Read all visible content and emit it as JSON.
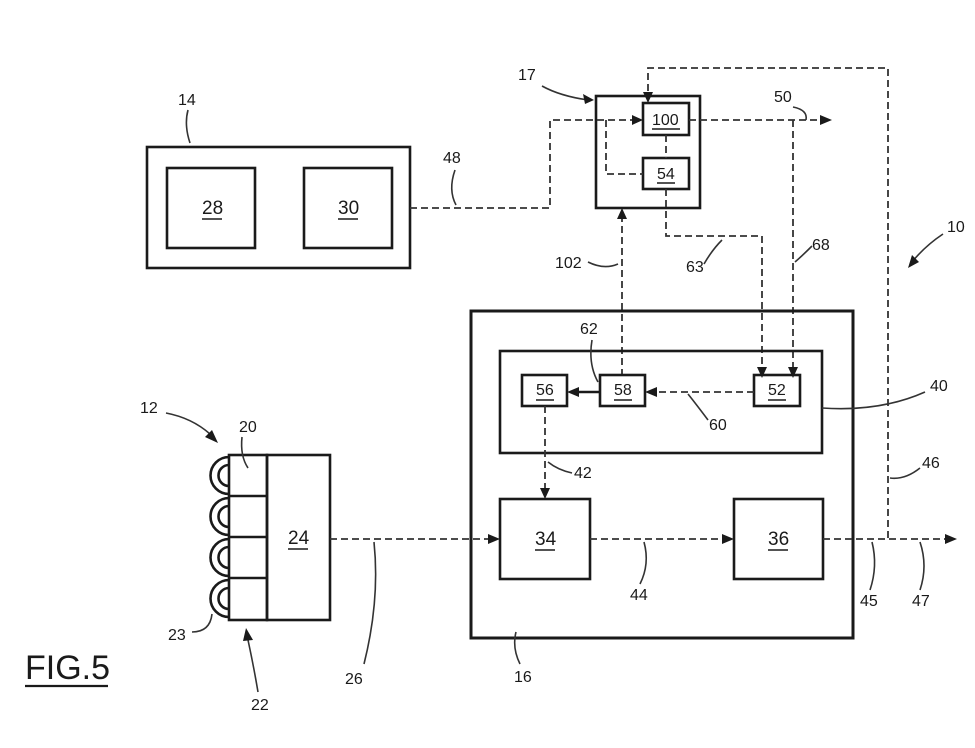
{
  "figure": {
    "title": "FIG.5"
  },
  "blocks": {
    "b14": "14",
    "b28": "28",
    "b30": "30",
    "b17": "17",
    "b100": "100",
    "b54": "54",
    "b16": "16",
    "b40": "40",
    "b52": "52",
    "b58": "58",
    "b56": "56",
    "b34": "34",
    "b36": "36",
    "b24": "24",
    "b12": "12",
    "b20": "20",
    "b22": "22",
    "b23": "23"
  },
  "links": {
    "l48": "48",
    "l50": "50",
    "l10": "10",
    "l102": "102",
    "l63": "63",
    "l68": "68",
    "l62": "62",
    "l60": "60",
    "l42": "42",
    "l46": "46",
    "l44": "44",
    "l26": "26",
    "l45": "45",
    "l47": "47"
  }
}
